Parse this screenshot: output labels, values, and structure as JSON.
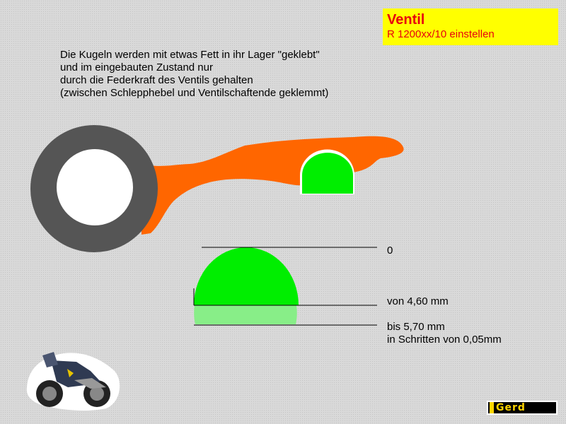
{
  "title": {
    "main": "Ventil",
    "sub": "R 1200xx/10 einstellen"
  },
  "description": {
    "lines": [
      "Die Kugeln werden mit etwas Fett in ihr Lager \"geklebt\"",
      "und im eingebauten Zustand nur",
      "durch die Federkraft des Ventils gehalten",
      "(zwischen Schlepphebel und Ventilschaftende geklemmt)"
    ]
  },
  "labels": {
    "zero": "0",
    "from": "von 4,60 mm",
    "to": "bis  5,70 mm",
    "steps": "in Schritten von 0,05mm"
  },
  "logo": {
    "text": "Gerd"
  },
  "colors": {
    "title_bg": "#ffff00",
    "title_text": "#e8000e",
    "rocker_arm": "#ff6600",
    "ball": "#00ee00",
    "ball_light": "#88ee88",
    "roller_ring": "#555555"
  }
}
